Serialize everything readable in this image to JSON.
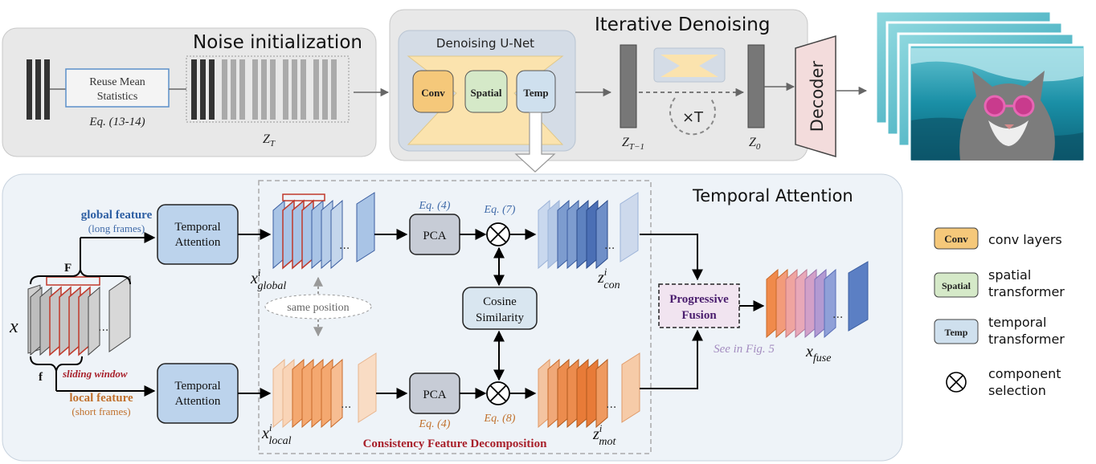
{
  "noise_init": {
    "title": "Noise initialization",
    "reuse_line1": "Reuse Mean",
    "reuse_line2": "Statistics",
    "eq": "Eq. (13-14)",
    "z_label": "Z",
    "z_sub": "T"
  },
  "iterative": {
    "title": "Iterative Denoising",
    "unet_title": "Denoising U-Net",
    "conv": "Conv",
    "spatial": "Spatial",
    "temp": "Temp",
    "times_t": "×T",
    "z_prev": "Z",
    "z_prev_sub": "T−1",
    "z0": "Z",
    "z0_sub": "0"
  },
  "decoder": {
    "label": "Decoder"
  },
  "temporal": {
    "title": "Temporal Attention",
    "global_feature": "global feature",
    "long_frames": "(long frames)",
    "local_feature": "local feature",
    "short_frames": "(short frames)",
    "F": "F",
    "f": "f",
    "sliding_window": "sliding window",
    "x_label": "x",
    "temporal_attention_1": "Temporal",
    "temporal_attention_2": "Attention",
    "pca": "PCA",
    "eq4": "Eq. (4)",
    "eq7": "Eq. (7)",
    "eq8": "Eq. (8)",
    "cosine_1": "Cosine",
    "cosine_2": "Similarity",
    "same_position": "same position",
    "x_global": "global",
    "x_local": "local",
    "xi": "i",
    "z_con": "con",
    "z_mot": "mot",
    "progressive_1": "Progressive",
    "progressive_2": "Fusion",
    "see_fig": "See in Fig. 5",
    "x_fuse": "fuse",
    "cfd": "Consistency Feature Decomposition",
    "ellipsis": "..."
  },
  "legend": {
    "conv_tag": "Conv",
    "conv_text": "conv layers",
    "spatial_tag": "Spatial",
    "spatial_text_1": "spatial",
    "spatial_text_2": "transformer",
    "temp_tag": "Temp",
    "temp_text_1": "temporal",
    "temp_text_2": "transformer",
    "comp_text_1": "component",
    "comp_text_2": "selection"
  },
  "colors": {
    "panel_bg": "#e8e8e8",
    "temporal_bg": "#eef3f8",
    "blue_block": "#bcd3ec",
    "conv": "#fbe3ae",
    "spatial": "#d5e9c8",
    "temp": "#cfe0ee",
    "orange": "#f0a270",
    "blue_dark": "#4b6fb5",
    "purple": "#4a1d6e",
    "red_text": "#a8202a",
    "eq_blue": "#3f6aa8",
    "eq_orange": "#c0702c",
    "see_purple": "#a48dc0"
  }
}
